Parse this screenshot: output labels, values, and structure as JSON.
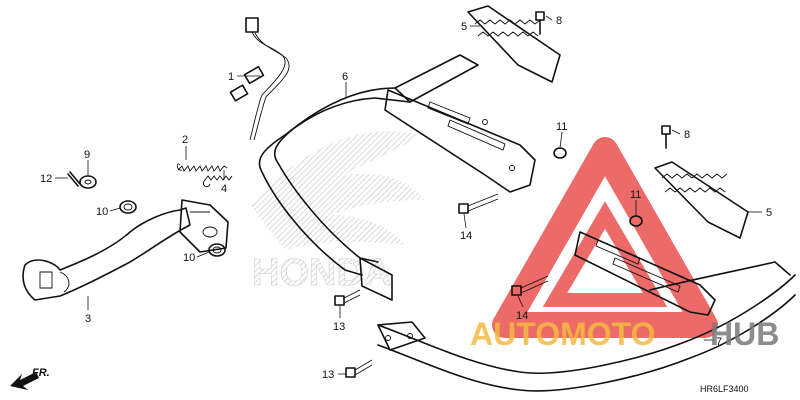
{
  "diagram": {
    "callouts": [
      {
        "id": "c1",
        "text": "1"
      },
      {
        "id": "c2",
        "text": "2"
      },
      {
        "id": "c3",
        "text": "3"
      },
      {
        "id": "c4",
        "text": "4"
      },
      {
        "id": "c5a",
        "text": "5"
      },
      {
        "id": "c5b",
        "text": "5"
      },
      {
        "id": "c6",
        "text": "6"
      },
      {
        "id": "c7",
        "text": "7"
      },
      {
        "id": "c8a",
        "text": "8"
      },
      {
        "id": "c8b",
        "text": "8"
      },
      {
        "id": "c9",
        "text": "9"
      },
      {
        "id": "c10a",
        "text": "10"
      },
      {
        "id": "c10b",
        "text": "10"
      },
      {
        "id": "c11a",
        "text": "11"
      },
      {
        "id": "c11b",
        "text": "11"
      },
      {
        "id": "c12",
        "text": "12"
      },
      {
        "id": "c13a",
        "text": "13"
      },
      {
        "id": "c13b",
        "text": "13"
      },
      {
        "id": "c14a",
        "text": "14"
      },
      {
        "id": "c14b",
        "text": "14"
      }
    ],
    "direction_label": "FR.",
    "diagram_code": "HR6LF3400"
  },
  "watermarks": {
    "brand_text": "HONDA",
    "site_text_a": "AUTOMOTO",
    "site_text_b": "HUB",
    "colors": {
      "triangle": "#e53935",
      "auto": "#f5b942",
      "hub": "#7a7a7a",
      "wing": "#c8c8c8"
    }
  }
}
